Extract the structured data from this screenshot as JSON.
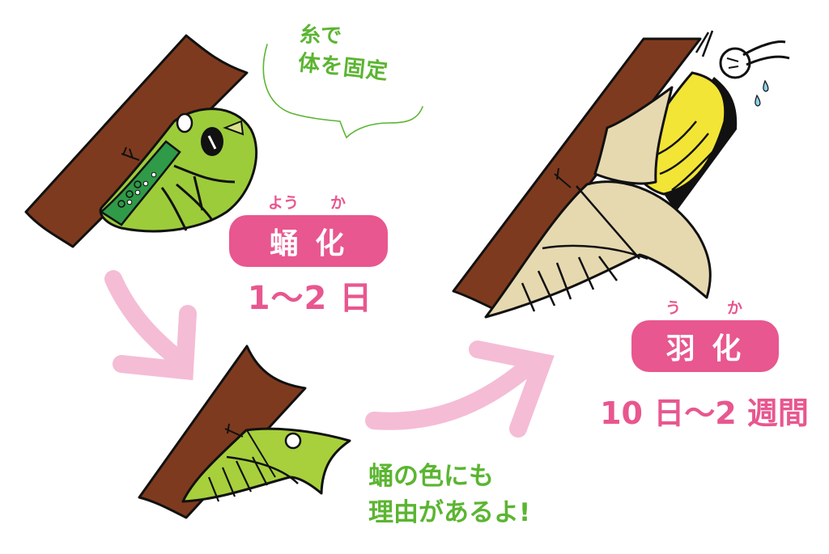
{
  "diagram": {
    "type": "butterfly-pupation-lifecycle",
    "colors": {
      "accent_pink": "#e8578f",
      "arrow_pink": "#f5bcd5",
      "label_green": "#5bb531",
      "branch_brown": "#7e3a1e",
      "larva_green": "#9ccc3a",
      "pupa_green": "#a7d03c",
      "empty_pupa_tan": "#e6d9b0",
      "butterfly_yellow": "#f2e536"
    },
    "speech_bubble": {
      "line1": "糸で",
      "line2": "体を固定"
    },
    "stage_pupation": {
      "ruby_left": "よう",
      "ruby_right": "か",
      "label": "蛹 化",
      "duration": "1～2 日"
    },
    "stage_emergence": {
      "ruby_left": "う",
      "ruby_right": "か",
      "label": "羽 化",
      "duration": "10 日～2 週間"
    },
    "note": {
      "line1": "蛹の色にも",
      "line2": "理由があるよ!"
    },
    "illustrations": [
      {
        "id": "larva-attaching",
        "icon": "caterpillar-on-branch-icon"
      },
      {
        "id": "green-pupa",
        "icon": "chrysalis-on-branch-icon"
      },
      {
        "id": "butterfly-emerging",
        "icon": "butterfly-emerging-icon"
      }
    ],
    "arrows": [
      {
        "id": "arrow-down",
        "direction": "down-right"
      },
      {
        "id": "arrow-up",
        "direction": "up-right"
      }
    ]
  }
}
